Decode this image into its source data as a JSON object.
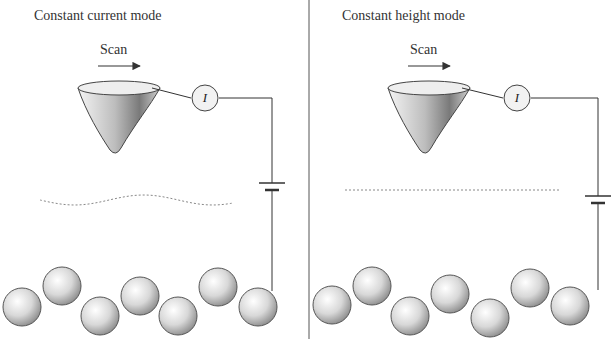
{
  "diagram": {
    "nodes": [
      {
        "text": [
          "I"
        ]
      },
      {
        "text": [
          "I"
        ]
      }
    ],
    "labels": [
      "Constant current mode",
      "Scan",
      "Constant height mode",
      "Scan"
    ]
  }
}
